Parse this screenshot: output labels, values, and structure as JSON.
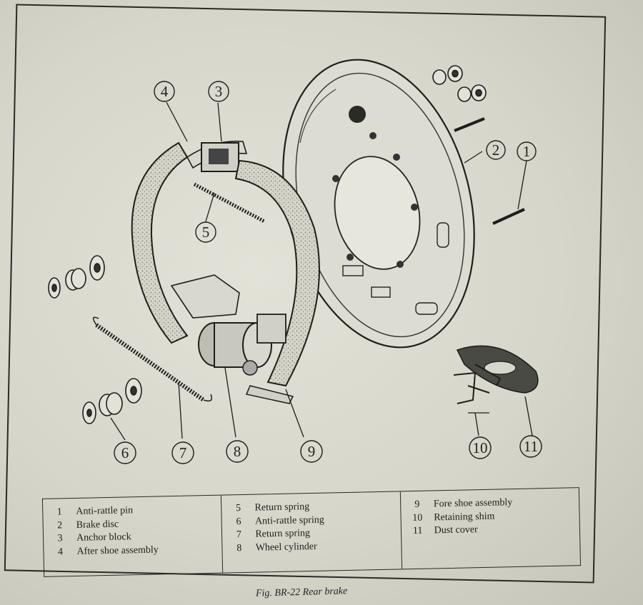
{
  "diagram": {
    "callouts": [
      {
        "id": "1",
        "label": "1"
      },
      {
        "id": "2",
        "label": "2"
      },
      {
        "id": "3",
        "label": "3"
      },
      {
        "id": "4",
        "label": "4"
      },
      {
        "id": "5",
        "label": "5"
      },
      {
        "id": "6",
        "label": "6"
      },
      {
        "id": "7",
        "label": "7"
      },
      {
        "id": "8",
        "label": "8"
      },
      {
        "id": "9",
        "label": "9"
      },
      {
        "id": "10",
        "label": "10"
      },
      {
        "id": "11",
        "label": "11"
      }
    ]
  },
  "legend": {
    "columns": [
      [
        {
          "num": "1",
          "label": "Anti-rattle pin"
        },
        {
          "num": "2",
          "label": "Brake disc"
        },
        {
          "num": "3",
          "label": "Anchor block"
        },
        {
          "num": "4",
          "label": "After shoe assembly"
        }
      ],
      [
        {
          "num": "5",
          "label": "Return spring"
        },
        {
          "num": "6",
          "label": "Anti-rattle spring"
        },
        {
          "num": "7",
          "label": "Return spring"
        },
        {
          "num": "8",
          "label": "Wheel cylinder"
        }
      ],
      [
        {
          "num": "9",
          "label": "Fore shoe assembly"
        },
        {
          "num": "10",
          "label": "Retaining shim"
        },
        {
          "num": "11",
          "label": "Dust cover"
        }
      ]
    ]
  },
  "caption": "Fig. BR-22  Rear brake"
}
